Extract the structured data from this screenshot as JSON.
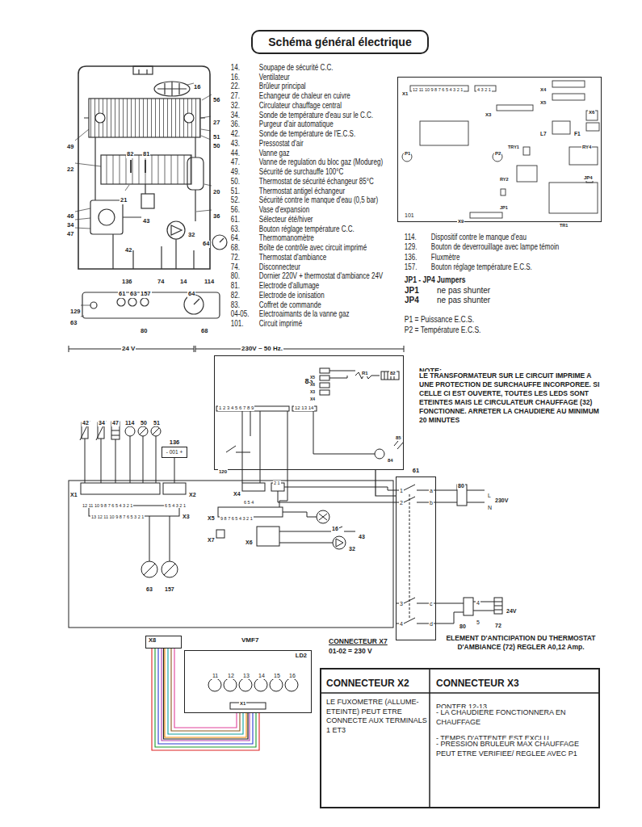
{
  "diagram": {
    "title": "Schéma général électrique",
    "nodes": [
      {
        "text": [
          "101"
        ]
      },
      {
        "text": [
          "83"
        ]
      },
      {
        "text": [
          "136",
          "- 001 +"
        ]
      },
      {
        "text": [
          "61"
        ]
      },
      {
        "text": [
          "X8"
        ]
      },
      {
        "text": [
          "LD2"
        ]
      }
    ],
    "edges": [
      {
        "from": 4,
        "to": 5,
        "arrow": "none"
      },
      {
        "from": 1,
        "to": 3,
        "arrow": "none"
      }
    ],
    "labels": [
      "14.",
      "Soupape de sécurité C.C.",
      "16.",
      "Ventilateur",
      "22.",
      "Brûleur principal",
      "27.",
      "Echangeur de chaleur en cuivre",
      "32.",
      "Circulateur chauffage central",
      "34.",
      "Sonde de température d'eau sur le C.C.",
      "36.",
      "Purgeur d'air automatique",
      "42.",
      "Sonde de température de l'E.C.S.",
      "43.",
      "Pressostat d'air",
      "44.",
      "Vanne gaz",
      "47.",
      "Vanne de regulation du bloc gaz (Modureg)",
      "49.",
      "Sécurité de surchauffe 100°C",
      "50.",
      "Thermostat de sécurité échangeur 85°C",
      "51.",
      "Thermostat antigel échangeur",
      "52.",
      "Sécurité contre le manque d'eau (0,5 bar)",
      "56.",
      "Vase d'expansion",
      "61.",
      "Sélecteur été/hiver",
      "63.",
      "Bouton réglage température C.C.",
      "64.",
      "Thermomanomètre",
      "68.",
      "Boîte de contrôle avec circuit imprimé",
      "72.",
      "Thermostat d'ambiance",
      "74.",
      "Disconnecteur",
      "80.",
      "Dornier 220V + thermostat d'ambiance 24V",
      "81.",
      "Electrode d'allumage",
      "82.",
      "Electrode de ionisation",
      "83.",
      "Coffret de commande",
      "04-05.",
      "Electroaimants de la vanne gaz",
      "101.",
      "Circuit imprimé",
      "114.",
      "Dispositif contre le manque d'eau",
      "129.",
      "Bouton de deverrouillage avec lampe témoin",
      "136.",
      "Fluxmètre",
      "157.",
      "Bouton réglage température E.C.S.",
      "JP1 - JP4 Jumpers",
      "JP1",
      "ne pas shunter",
      "JP4",
      "ne pas shunter",
      "P1 = Puissance E.C.S.",
      "P2 = Température E.C.S.",
      "12 11 10 9 8 7 6 5 4 3 2 1",
      "4 3 2 1",
      "X1",
      "X3",
      "X4",
      "X5",
      "X6",
      "L7",
      "F1",
      "P1",
      "P2",
      "TRY1",
      "RY4",
      "RY2",
      "JP4",
      "JP1",
      "X9",
      "TR1",
      "16",
      "56",
      "27",
      "51",
      "50",
      "49",
      "22",
      "82",
      "81",
      "21",
      "20",
      "46",
      "34",
      "47",
      "42",
      "43",
      "36",
      "64",
      "32",
      "136",
      "74",
      "14",
      "114",
      "129",
      "61",
      "63",
      "157",
      "64",
      "63",
      "80",
      "68",
      "24 V",
      "230V ~ 50 Hz.",
      "42",
      "34",
      "47",
      "114",
      "50",
      "51",
      "X1",
      "12 11 10 9 8 7 6 5 4 3 2 1",
      "X2",
      "6 5 4 3 2 1",
      "13 12 11 10 9 8 7 6 5 3 2 1",
      "X3",
      "63",
      "157",
      "R1",
      "X5",
      "X6",
      "X3",
      "X4",
      "82",
      "1 2 3 4 5 6 7 8 9",
      "12 13 14",
      "84",
      "85",
      "120",
      "X4",
      "6 5 4",
      "2 1",
      "X5",
      "9 8 7 6 5 4 3 2 1",
      "16",
      "X7",
      "X6",
      "43",
      "32",
      "1",
      "a",
      "2",
      "b",
      "3",
      "c",
      "4",
      "d",
      "80",
      "L",
      "230V",
      "N",
      "4",
      "24V",
      "5",
      "80",
      "72",
      "VMF7",
      "11",
      "12",
      "13",
      "14",
      "15",
      "16",
      "X1",
      "CONNECTEUR X7",
      "01-02 = 230 V",
      "ELEMENT D'ANTICIPATION DU THERMOSTAT D'AMBIANCE (72) REGLER A0,12 Amp.",
      "NOTE:",
      "LE TRANSFORMATEUR SUR LE CIRCUIT IMPRIME A UNE PROTECTION DE SURCHAUFFE INCORPOREE. SI CELLE CI EST OUVERTE, TOUTES LES LEDS SONT ETEINTES MAIS LE CIRCULATEUR CHAUFFAGE (32) FONCTIONNE. ARRETER LA CHAUDIERE AU MINIMUM 20 MINUTES",
      "CONNECTEUR X2",
      "CONNECTEUR X3",
      "LE FUXOMETRE (ALLUME-ETEINTE) PEUT ETRE CONNECTE AUX TERMINALS 1 ET3",
      "PONTER 12-13",
      "- LA CHAUDIERE FONCTIONNERA EN CHAUFFAGE",
      "- TEMPS D'ATTENTE EST EXCLU",
      "- PRESSION BRULEUR MAX CHAUFFAGE PEUT ETRE VERIFIEE/ REGLEE AVEC P1"
    ]
  }
}
